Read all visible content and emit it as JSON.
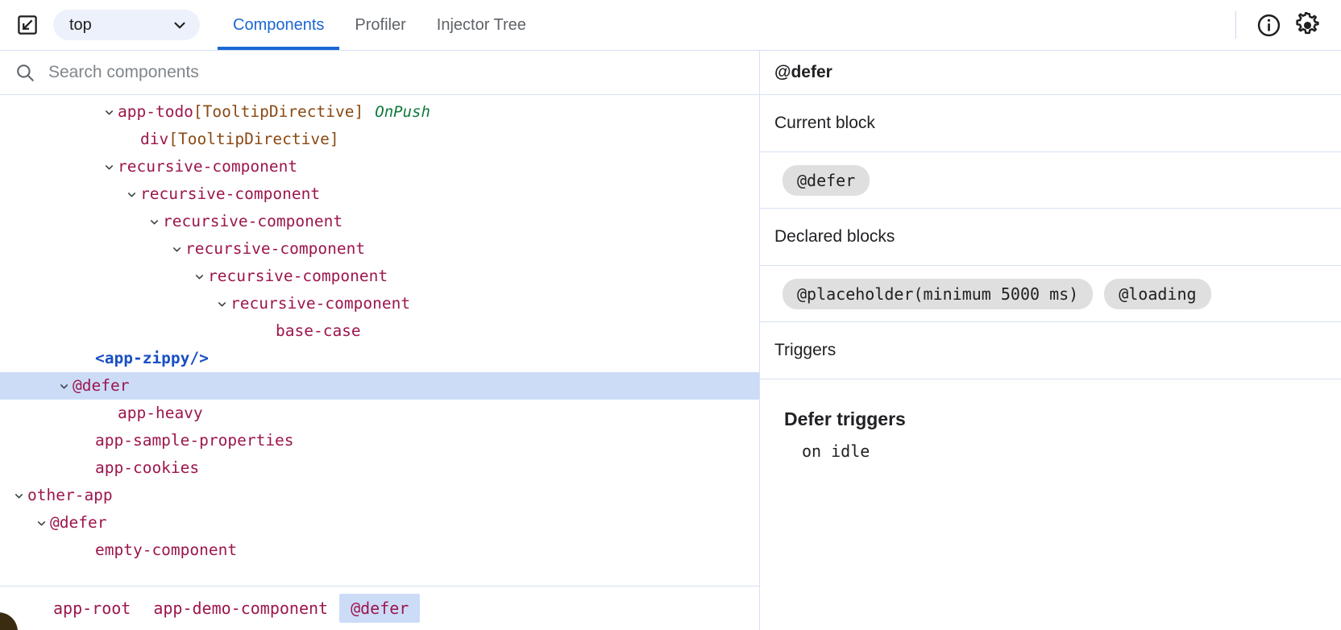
{
  "toolbar": {
    "inspect_icon": "inspect-element-icon",
    "frame_select": {
      "value": "top",
      "chevron_icon": "chevron-down-icon"
    },
    "tabs": [
      {
        "label": "Components",
        "active": true
      },
      {
        "label": "Profiler",
        "active": false
      },
      {
        "label": "Injector Tree",
        "active": false
      }
    ],
    "info_icon": "info-circle-icon",
    "settings_icon": "gear-icon",
    "accent_color": "#1a67d2"
  },
  "search": {
    "placeholder": "Search components",
    "value": "",
    "icon": "search-icon"
  },
  "tree": {
    "rows": [
      {
        "indent": 4,
        "caret": "down",
        "name": "app-todo",
        "directive": "[TooltipDirective]",
        "badge": "OnPush",
        "style": "component",
        "selected": false
      },
      {
        "indent": 5,
        "caret": "none",
        "name": "div",
        "directive": "[TooltipDirective]",
        "badge": "",
        "style": "component",
        "selected": false
      },
      {
        "indent": 4,
        "caret": "down",
        "name": "recursive-component",
        "directive": "",
        "badge": "",
        "style": "component",
        "selected": false
      },
      {
        "indent": 5,
        "caret": "down",
        "name": "recursive-component",
        "directive": "",
        "badge": "",
        "style": "component",
        "selected": false
      },
      {
        "indent": 6,
        "caret": "down",
        "name": "recursive-component",
        "directive": "",
        "badge": "",
        "style": "component",
        "selected": false
      },
      {
        "indent": 7,
        "caret": "down",
        "name": "recursive-component",
        "directive": "",
        "badge": "",
        "style": "component",
        "selected": false
      },
      {
        "indent": 8,
        "caret": "down",
        "name": "recursive-component",
        "directive": "",
        "badge": "",
        "style": "component",
        "selected": false
      },
      {
        "indent": 9,
        "caret": "down",
        "name": "recursive-component",
        "directive": "",
        "badge": "",
        "style": "component",
        "selected": false
      },
      {
        "indent": 11,
        "caret": "none",
        "name": "base-case",
        "directive": "",
        "badge": "",
        "style": "component",
        "selected": false
      },
      {
        "indent": 3,
        "caret": "none",
        "name": "<app-zippy/>",
        "directive": "",
        "badge": "",
        "style": "tag",
        "selected": false
      },
      {
        "indent": 2,
        "caret": "down",
        "name": "@defer",
        "directive": "",
        "badge": "",
        "style": "component",
        "selected": true
      },
      {
        "indent": 4,
        "caret": "none",
        "name": "app-heavy",
        "directive": "",
        "badge": "",
        "style": "component",
        "selected": false
      },
      {
        "indent": 3,
        "caret": "none",
        "name": "app-sample-properties",
        "directive": "",
        "badge": "",
        "style": "component",
        "selected": false
      },
      {
        "indent": 3,
        "caret": "none",
        "name": "app-cookies",
        "directive": "",
        "badge": "",
        "style": "component",
        "selected": false
      },
      {
        "indent": 0,
        "caret": "down",
        "name": "other-app",
        "directive": "",
        "badge": "",
        "style": "component",
        "selected": false
      },
      {
        "indent": 1,
        "caret": "down",
        "name": "@defer",
        "directive": "",
        "badge": "",
        "style": "component",
        "selected": false
      },
      {
        "indent": 3,
        "caret": "none",
        "name": "empty-component",
        "directive": "",
        "badge": "",
        "style": "component",
        "selected": false
      }
    ]
  },
  "breadcrumb": {
    "items": [
      {
        "label": "app-root",
        "active": false
      },
      {
        "label": "app-demo-component",
        "active": false
      },
      {
        "label": "@defer",
        "active": true
      }
    ]
  },
  "details": {
    "header_title": "@defer",
    "current_block": {
      "title": "Current block",
      "chips": [
        "@defer"
      ]
    },
    "declared_blocks": {
      "title": "Declared blocks",
      "chips": [
        "@placeholder(minimum 5000 ms)",
        "@loading"
      ]
    },
    "triggers": {
      "title": "Triggers",
      "subtitle": "Defer triggers",
      "items": [
        "on idle"
      ]
    }
  },
  "colors": {
    "accent": "#1a67d2",
    "selection": "#ccdcf7",
    "component_name": "#9c164d",
    "directive": "#8a4a14",
    "onpush": "#0f7a3d",
    "tag": "#1a4fc4",
    "chip_bg": "#dfdfdf",
    "border": "#d7dff5"
  }
}
